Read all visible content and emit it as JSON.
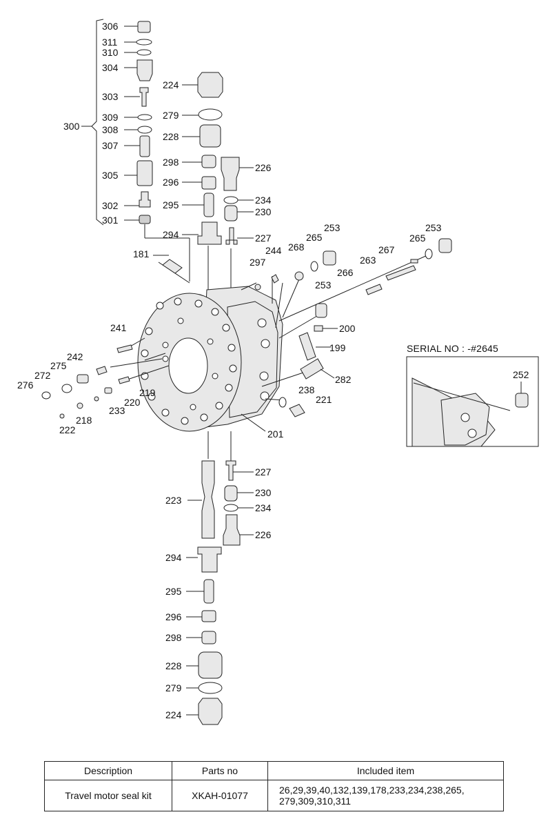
{
  "diagram": {
    "group_label": "300",
    "callouts": {
      "c306": "306",
      "c311": "311",
      "c310": "310",
      "c304": "304",
      "c303": "303",
      "c309": "309",
      "c308": "308",
      "c307": "307",
      "c305": "305",
      "c302": "302",
      "c301": "301",
      "c224a": "224",
      "c279a": "279",
      "c228a": "228",
      "c298a": "298",
      "c296a": "296",
      "c295a": "295",
      "c294a": "294",
      "c226a": "226",
      "c234a": "234",
      "c230a": "230",
      "c227a": "227",
      "c181": "181",
      "c244": "244",
      "c297": "297",
      "c268": "268",
      "c265a": "265",
      "c253a": "253",
      "c253b": "253",
      "c265b": "265",
      "c267": "267",
      "c263": "263",
      "c266": "266",
      "c253c": "253",
      "c241": "241",
      "c200": "200",
      "c199": "199",
      "c242": "242",
      "c275": "275",
      "c272": "272",
      "c276": "276",
      "c282": "282",
      "c219": "219",
      "c220": "220",
      "c233": "233",
      "c218": "218",
      "c222": "222",
      "c238": "238",
      "c221": "221",
      "c201": "201",
      "c227b": "227",
      "c223": "223",
      "c230b": "230",
      "c234b": "234",
      "c226b": "226",
      "c294b": "294",
      "c295b": "295",
      "c296b": "296",
      "c298b": "298",
      "c228b": "228",
      "c279b": "279",
      "c224b": "224",
      "c252": "252"
    },
    "serial_box": {
      "title": "SERIAL NO : -#2645"
    }
  },
  "table": {
    "headers": [
      "Description",
      "Parts no",
      "Included item"
    ],
    "rows": [
      {
        "description": "Travel motor seal kit",
        "parts_no": "XKAH-01077",
        "included_line1": "26,29,39,40,132,139,178,233,234,238,265,",
        "included_line2": "279,309,310,311"
      }
    ]
  }
}
